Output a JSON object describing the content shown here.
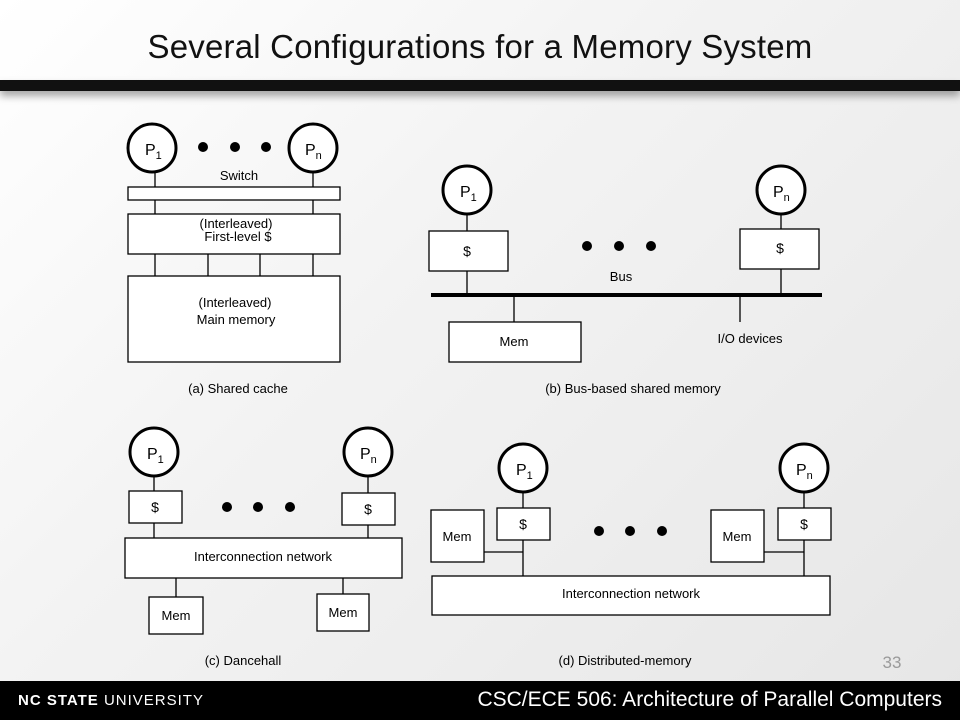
{
  "slide": {
    "title": "Several Configurations for a Memory System",
    "page_number": "33",
    "footer_logo_bold": "NC STATE",
    "footer_logo_regular": " UNIVERSITY",
    "footer_course": "CSC/ECE 506: Architecture of Parallel Computers"
  },
  "diagram": {
    "labels": {
      "proc_main": "P",
      "sub_first": "1",
      "sub_last": "n",
      "cache": "$",
      "mem": "Mem",
      "switch": "Switch",
      "interleaved": "(Interleaved)",
      "first_level": "First-level $",
      "main_memory": "Main memory",
      "bus": "Bus",
      "io_devices": "I/O devices",
      "interconnect": "Interconnection network"
    },
    "captions": {
      "a": "(a) Shared cache",
      "b": "(b) Bus-based shared memory",
      "c": "(c) Dancehall",
      "d": "(d) Distributed-memory"
    }
  }
}
